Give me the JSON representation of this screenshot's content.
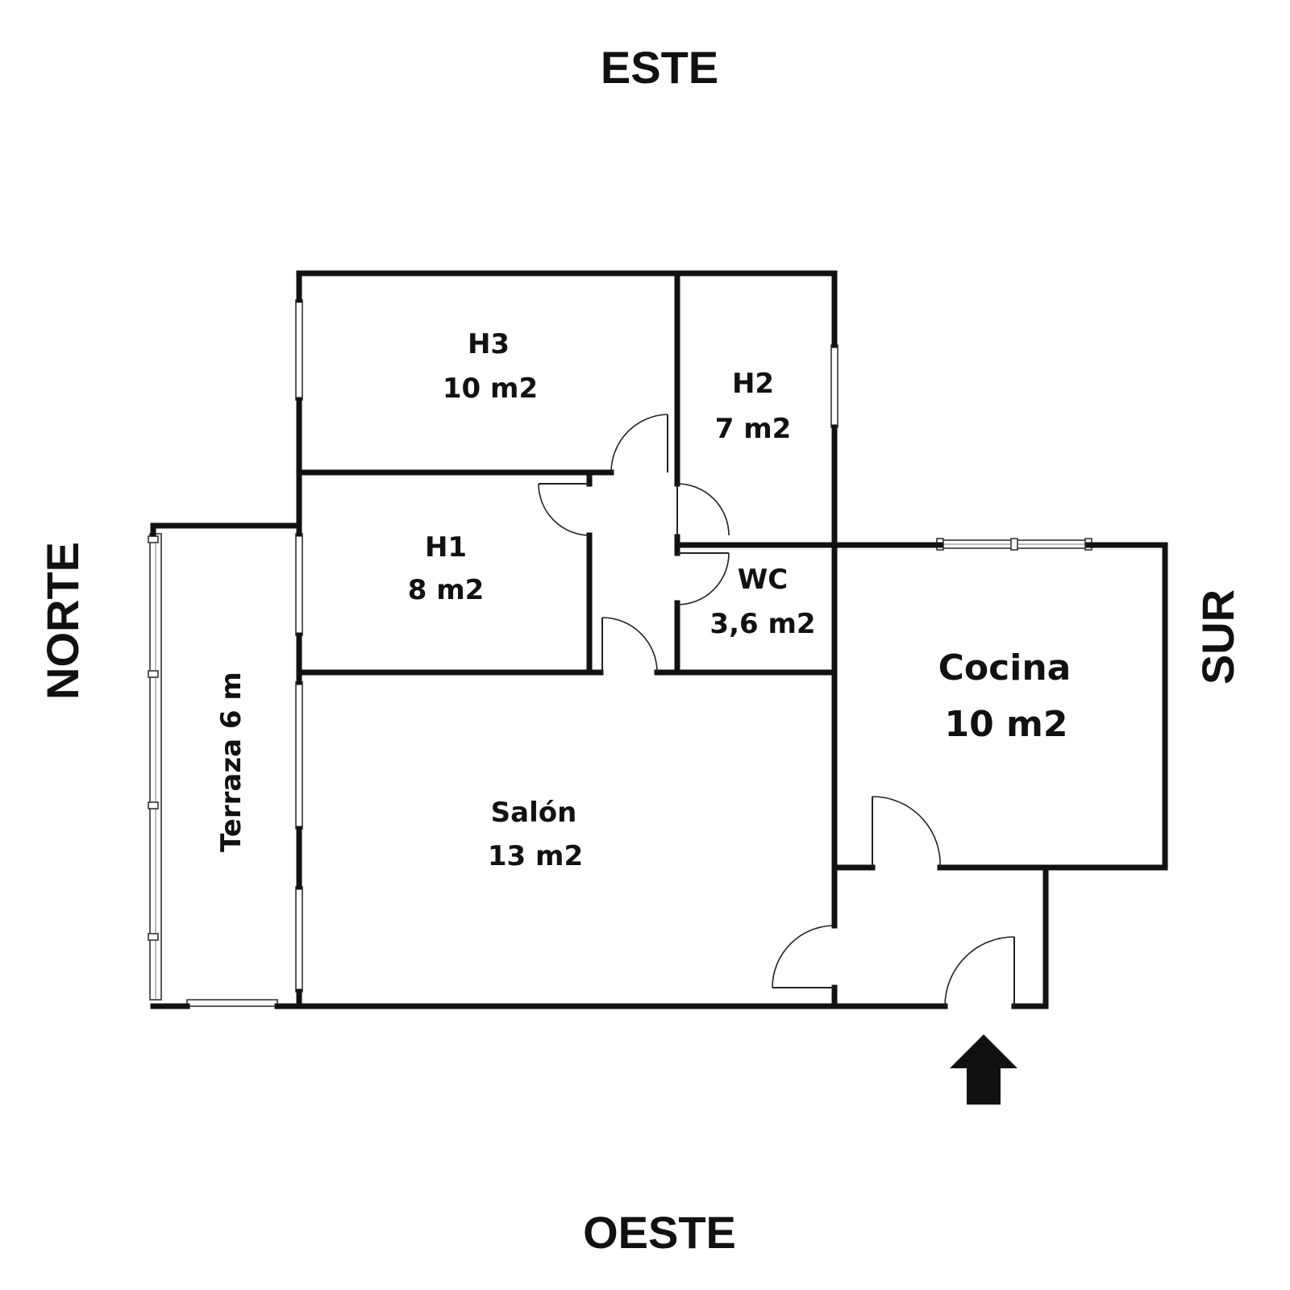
{
  "compass": {
    "top": "ESTE",
    "bottom": "OESTE",
    "left": "NORTE",
    "right": "SUR"
  },
  "rooms": {
    "h3": {
      "name": "H3",
      "area": "10 m2"
    },
    "h2": {
      "name": "H2",
      "area": "7 m2"
    },
    "h1": {
      "name": "H1",
      "area": "8 m2"
    },
    "wc": {
      "name": "WC",
      "area": "3,6 m2"
    },
    "cocina": {
      "name": "Cocina",
      "area": "10 m2"
    },
    "salon": {
      "name": "Salón",
      "area": "13 m2"
    },
    "terraza": {
      "name": "Terraza 6 m"
    }
  },
  "colors": {
    "ink": "#111111",
    "background": "#ffffff"
  },
  "icons": {
    "entrance": "arrow-up-icon"
  }
}
